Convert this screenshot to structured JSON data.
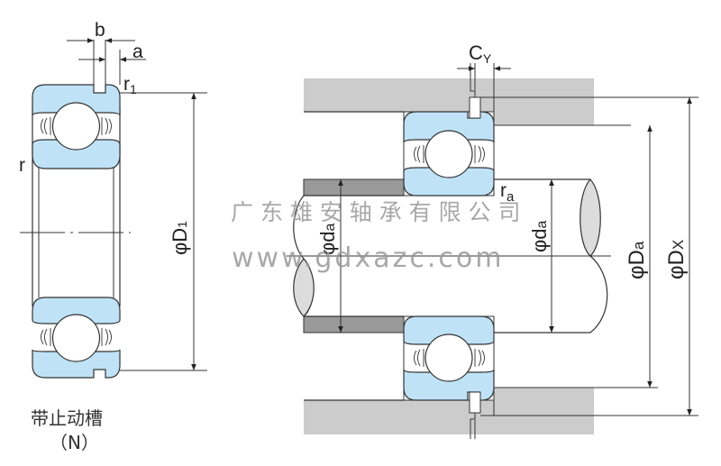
{
  "diagram": {
    "title": "Bearing with snap ring groove mounting dimensions",
    "colors": {
      "ring_fill": "#bfe2f6",
      "housing_fill": "#cccccc",
      "shaft_shoulder_fill": "#999999",
      "shaft_cut_fill": "#dcdcdc",
      "line": "#333333"
    },
    "left_view": {
      "labels": {
        "b": "b",
        "a": "a",
        "r1_main": "r",
        "r1_sub": "1",
        "r": "r",
        "D1_phi": "φ",
        "D1_main": "D",
        "D1_sub": "1"
      },
      "caption": {
        "line1": "带止动槽",
        "line2": "（N）"
      }
    },
    "right_view": {
      "labels": {
        "Cy_main": "C",
        "Cy_sub": "Y",
        "ra_main": "r",
        "ra_sub": "a",
        "da_left_phi": "φ",
        "da_left_main": "d",
        "da_left_sub": "a",
        "da_right_phi": "φ",
        "da_right_main": "d",
        "da_right_sub": "a",
        "Da_phi": "φ",
        "Da_main": "D",
        "Da_sub": "a",
        "Dx_phi": "φ",
        "Dx_main": "D",
        "Dx_sub": "X"
      }
    },
    "watermark": {
      "company": "广 东 雄 安 轴 承 有 限 公 司",
      "url": "www.gdxazc.com"
    }
  }
}
